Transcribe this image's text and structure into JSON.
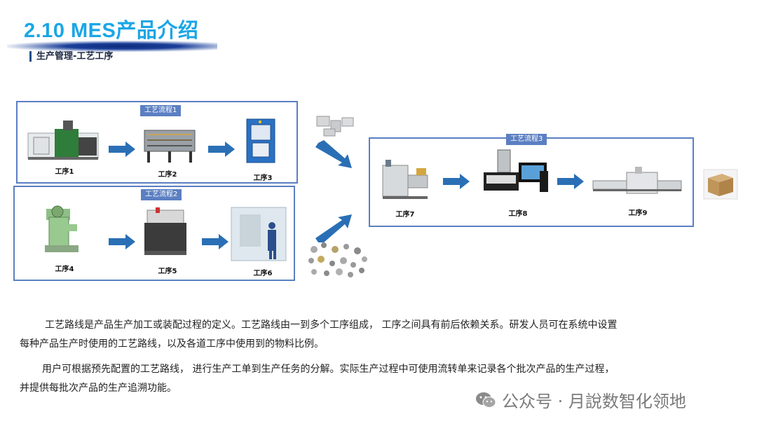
{
  "header": {
    "title": "2.10 MES产品介绍",
    "subtitle": "生产管理-工艺工序"
  },
  "flows": [
    {
      "label": "工艺流程1",
      "steps": [
        "工序1",
        "工序2",
        "工序3"
      ]
    },
    {
      "label": "工艺流程2",
      "steps": [
        "工序4",
        "工序5",
        "工序6"
      ]
    },
    {
      "label": "工艺流程3",
      "steps": [
        "工序7",
        "工序8",
        "工序9"
      ]
    }
  ],
  "colors": {
    "title": "#1aa6e6",
    "box_border": "#5b7fc2",
    "arrow": "#2a6fb5"
  },
  "description": {
    "para1_line1": "工艺路线是产品生产加工或装配过程的定义。工艺路线由一到多个工序组成， 工序之间具有前后依赖关系。研发人员可在系统中设置",
    "para1_line2": "每种产品生产时使用的工艺路线，以及各道工序中使用到的物料比例。",
    "para2_line1": "用户可根据预先配置的工艺路线， 进行生产工单到生产任务的分解。实际生产过程中可使用流转单来记录各个批次产品的生产过程，",
    "para2_line2": "并提供每批次产品的生产追溯功能。"
  },
  "watermark": {
    "text": "公众号 · 月說数智化领地",
    "icon": "wechat-icon"
  }
}
